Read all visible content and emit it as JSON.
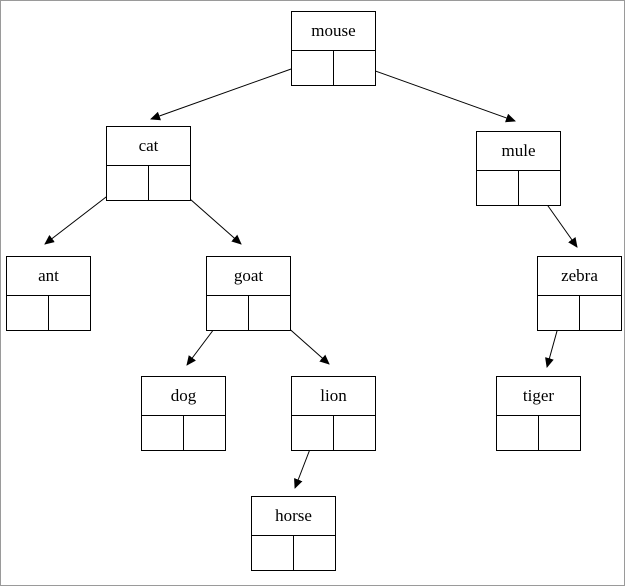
{
  "diagram": {
    "type": "binary-search-tree",
    "colors": {
      "line": "#000000",
      "background": "#ffffff",
      "border": "#9a9a9a"
    },
    "nodes": [
      {
        "id": "mouse",
        "label": "mouse",
        "left": "cat",
        "right": "mule"
      },
      {
        "id": "cat",
        "label": "cat",
        "left": "ant",
        "right": "goat"
      },
      {
        "id": "mule",
        "label": "mule",
        "left": null,
        "right": "zebra"
      },
      {
        "id": "ant",
        "label": "ant",
        "left": null,
        "right": null
      },
      {
        "id": "goat",
        "label": "goat",
        "left": "dog",
        "right": "lion"
      },
      {
        "id": "zebra",
        "label": "zebra",
        "left": "tiger",
        "right": null
      },
      {
        "id": "dog",
        "label": "dog",
        "left": null,
        "right": null
      },
      {
        "id": "lion",
        "label": "lion",
        "left": "horse",
        "right": null
      },
      {
        "id": "tiger",
        "label": "tiger",
        "left": null,
        "right": null
      },
      {
        "id": "horse",
        "label": "horse",
        "left": null,
        "right": null
      }
    ],
    "edges": [
      {
        "from": "mouse",
        "slot": "left",
        "to": "cat"
      },
      {
        "from": "mouse",
        "slot": "right",
        "to": "mule"
      },
      {
        "from": "cat",
        "slot": "left",
        "to": "ant"
      },
      {
        "from": "cat",
        "slot": "right",
        "to": "goat"
      },
      {
        "from": "mule",
        "slot": "right",
        "to": "zebra"
      },
      {
        "from": "goat",
        "slot": "left",
        "to": "dog"
      },
      {
        "from": "goat",
        "slot": "right",
        "to": "lion"
      },
      {
        "from": "zebra",
        "slot": "left",
        "to": "tiger"
      },
      {
        "from": "lion",
        "slot": "left",
        "to": "horse"
      }
    ]
  }
}
